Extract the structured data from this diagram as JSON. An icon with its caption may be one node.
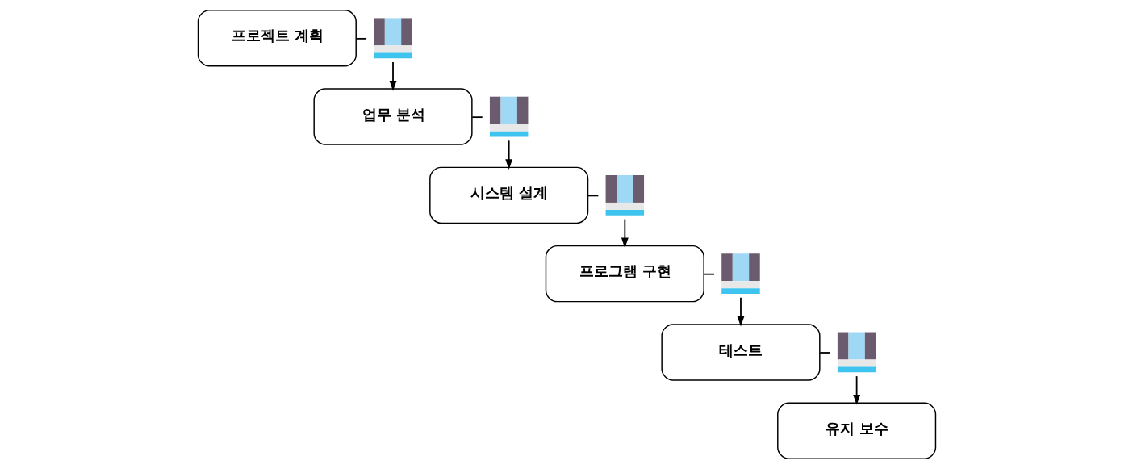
{
  "diagram": {
    "nodes": [
      {
        "text": [
          "프로젝트 계획"
        ]
      },
      {
        "text": [],
        "shape": "picture"
      },
      {
        "text": [
          "업무 분석"
        ]
      },
      {
        "text": [],
        "shape": "picture"
      },
      {
        "text": [
          "시스템 설계"
        ]
      },
      {
        "text": [],
        "shape": "picture"
      },
      {
        "text": [
          "프로그램 구현"
        ]
      },
      {
        "text": [],
        "shape": "picture"
      },
      {
        "text": [
          "테스트"
        ]
      },
      {
        "text": [],
        "shape": "picture"
      },
      {
        "text": [
          "유지 보수"
        ]
      }
    ],
    "edges": [
      {
        "from": 0,
        "to": 1,
        "arrow": "none"
      },
      {
        "from": 1,
        "to": 2,
        "arrow": "to"
      },
      {
        "from": 2,
        "to": 3,
        "arrow": "none"
      },
      {
        "from": 3,
        "to": 4,
        "arrow": "to"
      },
      {
        "from": 4,
        "to": 5,
        "arrow": "none"
      },
      {
        "from": 5,
        "to": 6,
        "arrow": "to"
      },
      {
        "from": 6,
        "to": 7,
        "arrow": "none"
      },
      {
        "from": 7,
        "to": 8,
        "arrow": "to"
      },
      {
        "from": 8,
        "to": 9,
        "arrow": "none"
      },
      {
        "from": 9,
        "to": 10,
        "arrow": "to"
      }
    ]
  }
}
